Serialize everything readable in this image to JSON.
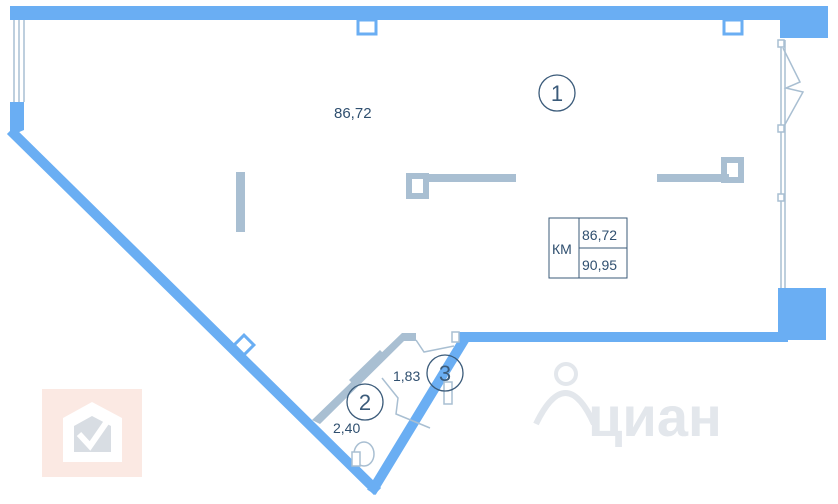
{
  "plan": {
    "area_label": "86,72",
    "room_labels": [
      "1",
      "2",
      "3"
    ],
    "room_areas": {
      "room2": "2,40",
      "room3": "1,83"
    },
    "summary": {
      "prefix": "КМ",
      "top": "86,72",
      "bottom": "90,95"
    }
  },
  "watermark": {
    "text": "циан"
  },
  "colors": {
    "wall": "#6aaef3",
    "inner_wall": "#a9bfd2",
    "line": "#3b5b7a",
    "logo_bg": "#fbe9e3",
    "watermark": "#e3e7ec"
  }
}
